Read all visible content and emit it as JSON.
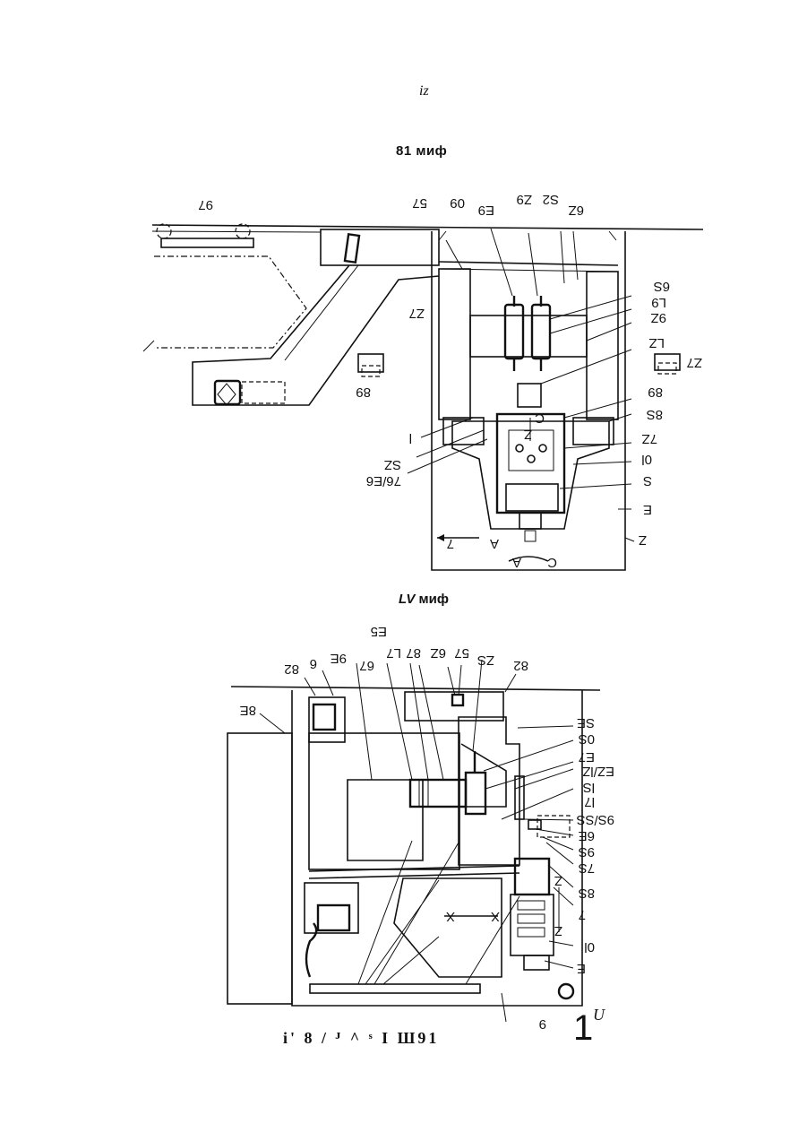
{
  "page": {
    "number": "iz",
    "fig1_caption": "81 миф",
    "fig2_caption_italic": "LV",
    "fig2_caption_rest": " миф",
    "bottom_text": "i' 8 / ᴶ ^ ˢ I Ш91",
    "bottom_one": "1",
    "bottom_u": "U"
  },
  "fig1": {
    "labels": [
      "97",
      "57",
      "09",
      "E9",
      "Z9",
      "S2",
      "6Z",
      "6S",
      "L9",
      "9Z",
      "Z7",
      "LZ",
      "Z7",
      "89",
      "89",
      "8S",
      "7Z",
      "0l",
      "S",
      "E",
      "Z",
      "l",
      "SZ",
      "76/E6",
      "7",
      "A",
      "A",
      "C",
      "C",
      "Z",
      "Z"
    ]
  },
  "fig2": {
    "labels": [
      "82",
      "6",
      "9E",
      "67",
      "E5",
      "L7",
      "87",
      "6Z",
      "57",
      "ZS",
      "82",
      "8E",
      "SE",
      "0S",
      "E7",
      "EZ/lZ",
      "lS",
      "l7",
      "9S/SS",
      "6E",
      "9S",
      "7S",
      "8S",
      "7",
      "Z",
      "Z",
      "0l",
      "E",
      "X",
      "X",
      "9"
    ]
  }
}
